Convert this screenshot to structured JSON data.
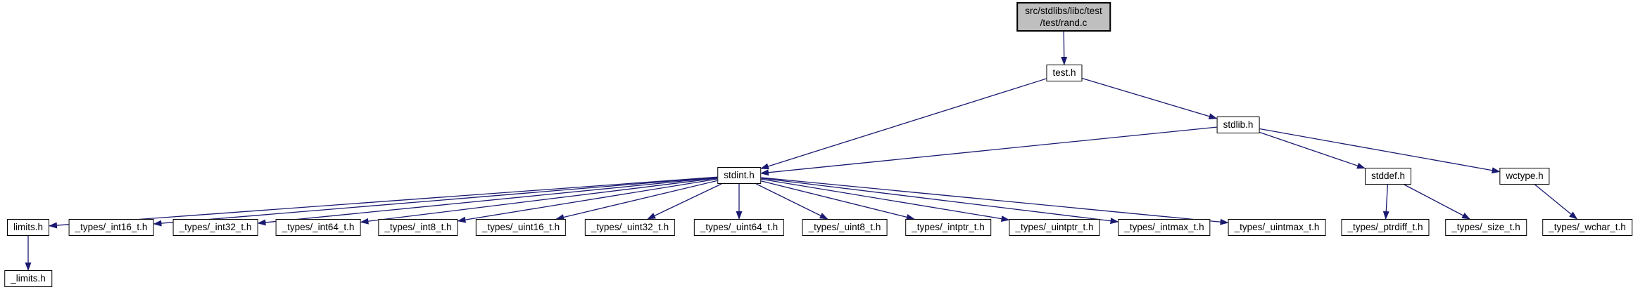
{
  "graph": {
    "kind": "include-dependency-graph",
    "edge_color": "#191970",
    "node_border_color": "#000000",
    "current_node_fill": "#bfbfbf",
    "nodes": {
      "rand_c": {
        "label": "src/stdlibs/libc/test\n/test/rand.c"
      },
      "test_h": {
        "label": "test.h"
      },
      "stdlib_h": {
        "label": "stdlib.h"
      },
      "stdint_h": {
        "label": "stdint.h"
      },
      "stddef_h": {
        "label": "stddef.h"
      },
      "wctype_h": {
        "label": "wctype.h"
      },
      "limits_h": {
        "label": "limits.h"
      },
      "int16_t": {
        "label": "_types/_int16_t.h"
      },
      "int32_t": {
        "label": "_types/_int32_t.h"
      },
      "int64_t": {
        "label": "_types/_int64_t.h"
      },
      "int8_t": {
        "label": "_types/_int8_t.h"
      },
      "uint16_t": {
        "label": "_types/_uint16_t.h"
      },
      "uint32_t": {
        "label": "_types/_uint32_t.h"
      },
      "uint64_t": {
        "label": "_types/_uint64_t.h"
      },
      "uint8_t": {
        "label": "_types/_uint8_t.h"
      },
      "intptr_t": {
        "label": "_types/_intptr_t.h"
      },
      "uintptr_t": {
        "label": "_types/_uintptr_t.h"
      },
      "intmax_t": {
        "label": "_types/_intmax_t.h"
      },
      "uintmax_t": {
        "label": "_types/_uintmax_t.h"
      },
      "ptrdiff_t": {
        "label": "_types/_ptrdiff_t.h"
      },
      "size_t": {
        "label": "_types/_size_t.h"
      },
      "wchar_t": {
        "label": "_types/_wchar_t.h"
      },
      "limits_internal": {
        "label": "_limits.h"
      }
    },
    "edges": [
      {
        "from": "rand_c",
        "to": "test_h"
      },
      {
        "from": "test_h",
        "to": "stdint_h"
      },
      {
        "from": "test_h",
        "to": "stdlib_h"
      },
      {
        "from": "stdlib_h",
        "to": "stdint_h"
      },
      {
        "from": "stdlib_h",
        "to": "stddef_h"
      },
      {
        "from": "stdlib_h",
        "to": "wctype_h"
      },
      {
        "from": "stdint_h",
        "to": "limits_h"
      },
      {
        "from": "stdint_h",
        "to": "int16_t"
      },
      {
        "from": "stdint_h",
        "to": "int32_t"
      },
      {
        "from": "stdint_h",
        "to": "int64_t"
      },
      {
        "from": "stdint_h",
        "to": "int8_t"
      },
      {
        "from": "stdint_h",
        "to": "uint16_t"
      },
      {
        "from": "stdint_h",
        "to": "uint32_t"
      },
      {
        "from": "stdint_h",
        "to": "uint64_t"
      },
      {
        "from": "stdint_h",
        "to": "uint8_t"
      },
      {
        "from": "stdint_h",
        "to": "intptr_t"
      },
      {
        "from": "stdint_h",
        "to": "uintptr_t"
      },
      {
        "from": "stdint_h",
        "to": "intmax_t"
      },
      {
        "from": "stdint_h",
        "to": "uintmax_t"
      },
      {
        "from": "stddef_h",
        "to": "ptrdiff_t"
      },
      {
        "from": "stddef_h",
        "to": "size_t"
      },
      {
        "from": "wctype_h",
        "to": "wchar_t"
      },
      {
        "from": "limits_h",
        "to": "limits_internal"
      }
    ]
  }
}
